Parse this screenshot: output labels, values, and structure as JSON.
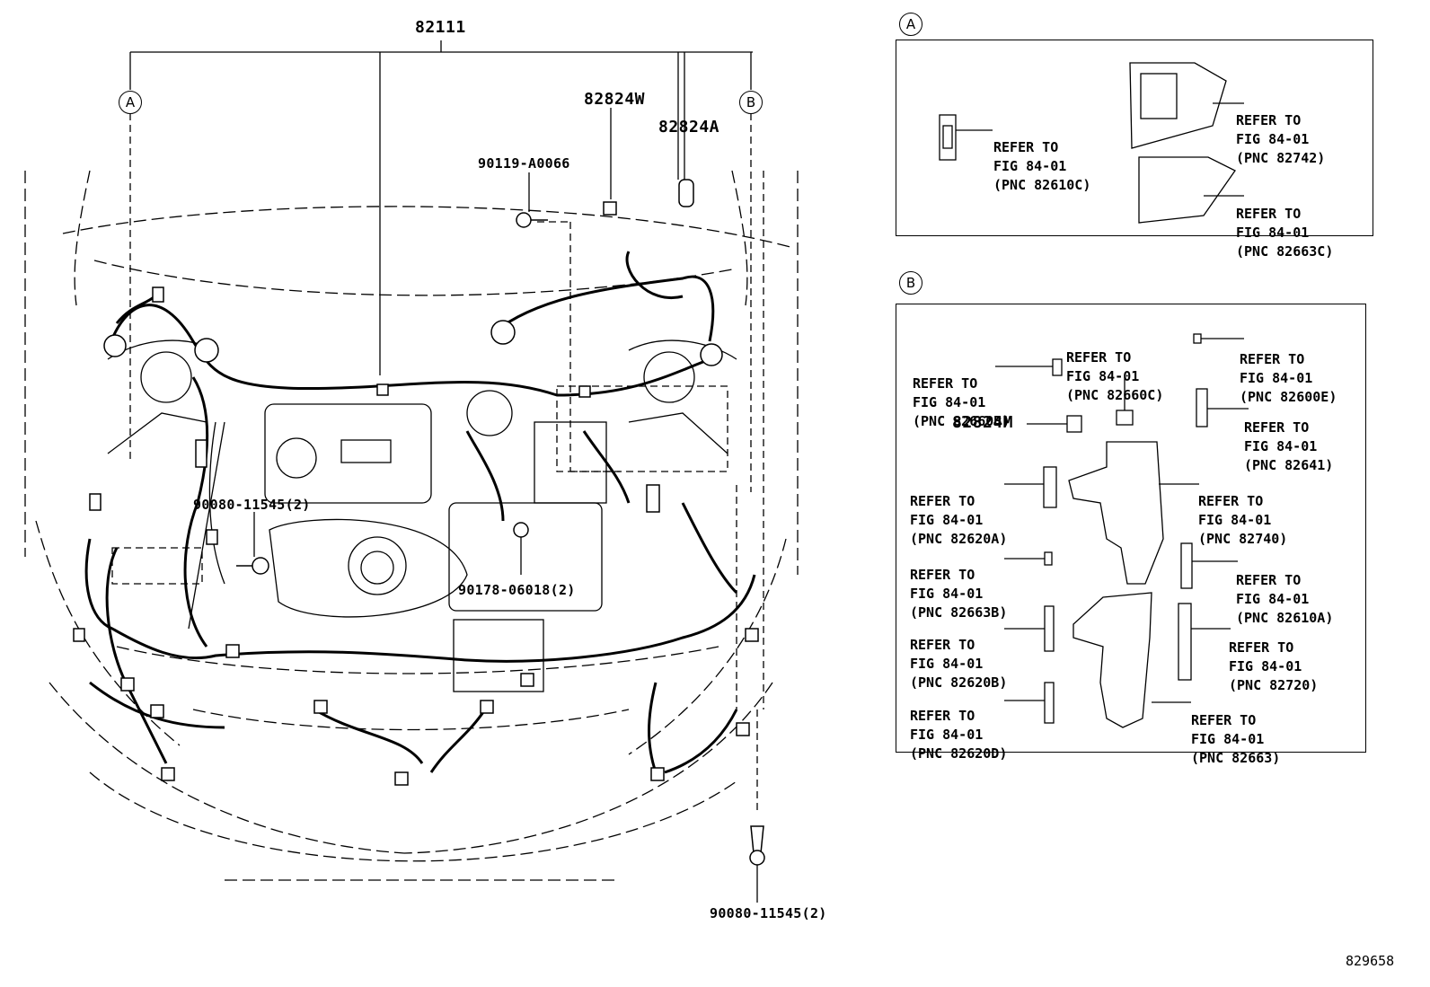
{
  "main": {
    "harness_part": "82111",
    "connector_w": "82824W",
    "connector_a": "82824A",
    "bolt_top": "90119-A0066",
    "bolt_left": "90080-11545(2)",
    "clip_center": "90178-06018(2)",
    "bolt_bottom": "90080-11545(2)",
    "callout_a": "A",
    "callout_b": "B"
  },
  "detail_a": {
    "marker": "A",
    "refs": [
      {
        "l1": "REFER TO",
        "l2": "FIG 84-01",
        "l3": "(PNC 82610C)"
      },
      {
        "l1": "REFER TO",
        "l2": "FIG 84-01",
        "l3": "(PNC 82742)"
      },
      {
        "l1": "REFER TO",
        "l2": "FIG 84-01",
        "l3": "(PNC 82663C)"
      }
    ]
  },
  "detail_b": {
    "marker": "B",
    "part_m": "82824M",
    "refs": [
      {
        "l1": "REFER TO",
        "l2": "FIG 84-01",
        "l3": "(PNC 82660B)"
      },
      {
        "l1": "REFER TO",
        "l2": "FIG 84-01",
        "l3": "(PNC 82660C)"
      },
      {
        "l1": "REFER TO",
        "l2": "FIG 84-01",
        "l3": "(PNC 82600E)"
      },
      {
        "l1": "REFER TO",
        "l2": "FIG 84-01",
        "l3": "(PNC 82641)"
      },
      {
        "l1": "REFER TO",
        "l2": "FIG 84-01",
        "l3": "(PNC 82620A)"
      },
      {
        "l1": "REFER TO",
        "l2": "FIG 84-01",
        "l3": "(PNC 82740)"
      },
      {
        "l1": "REFER TO",
        "l2": "FIG 84-01",
        "l3": "(PNC 82663B)"
      },
      {
        "l1": "REFER TO",
        "l2": "FIG 84-01",
        "l3": "(PNC 82610A)"
      },
      {
        "l1": "REFER TO",
        "l2": "FIG 84-01",
        "l3": "(PNC 82620B)"
      },
      {
        "l1": "REFER TO",
        "l2": "FIG 84-01",
        "l3": "(PNC 82720)"
      },
      {
        "l1": "REFER TO",
        "l2": "FIG 84-01",
        "l3": "(PNC 82620D)"
      },
      {
        "l1": "REFER TO",
        "l2": "FIG 84-01",
        "l3": "(PNC 82663)"
      }
    ]
  },
  "figure_number": "829658"
}
